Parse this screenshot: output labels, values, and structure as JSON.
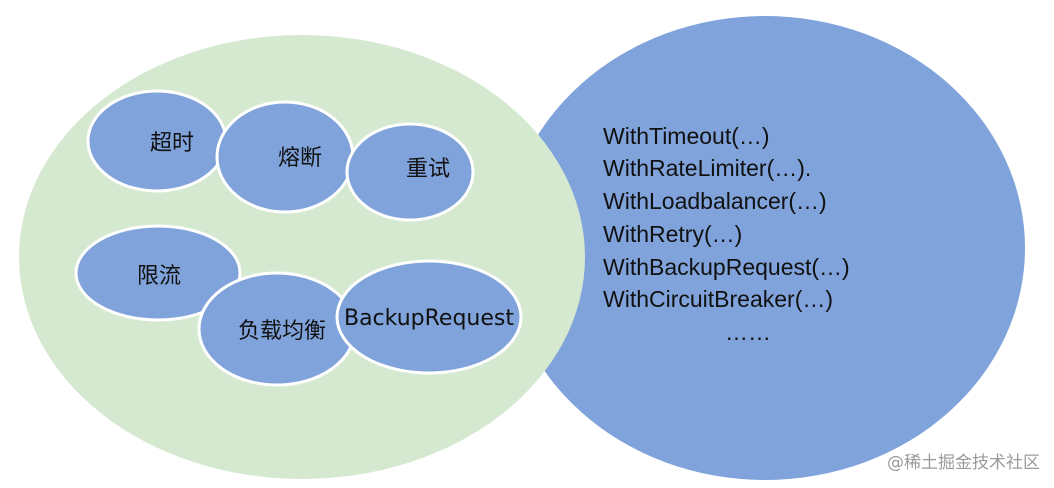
{
  "colors": {
    "left_region_fill": "#d5e9d1",
    "right_region_fill": "#7fa3da",
    "node_fill": "#7fa3da",
    "node_stroke": "#ffffff",
    "text": "#111111",
    "footer_text": "#9a9a9a"
  },
  "left_region": {
    "nodes": [
      {
        "label": "超时"
      },
      {
        "label": "熔断"
      },
      {
        "label": "重试"
      },
      {
        "label": "限流"
      },
      {
        "label": "负载均衡"
      },
      {
        "label": "BackupRequest"
      }
    ]
  },
  "right_region": {
    "api_lines": [
      "WithTimeout(…)",
      "WithRateLimiter(…).",
      "WithLoadbalancer(…)",
      "WithRetry(…)",
      "WithBackupRequest(…)",
      "WithCircuitBreaker(…)",
      "……"
    ]
  },
  "footer": {
    "attribution": "@稀土掘金技术社区"
  }
}
